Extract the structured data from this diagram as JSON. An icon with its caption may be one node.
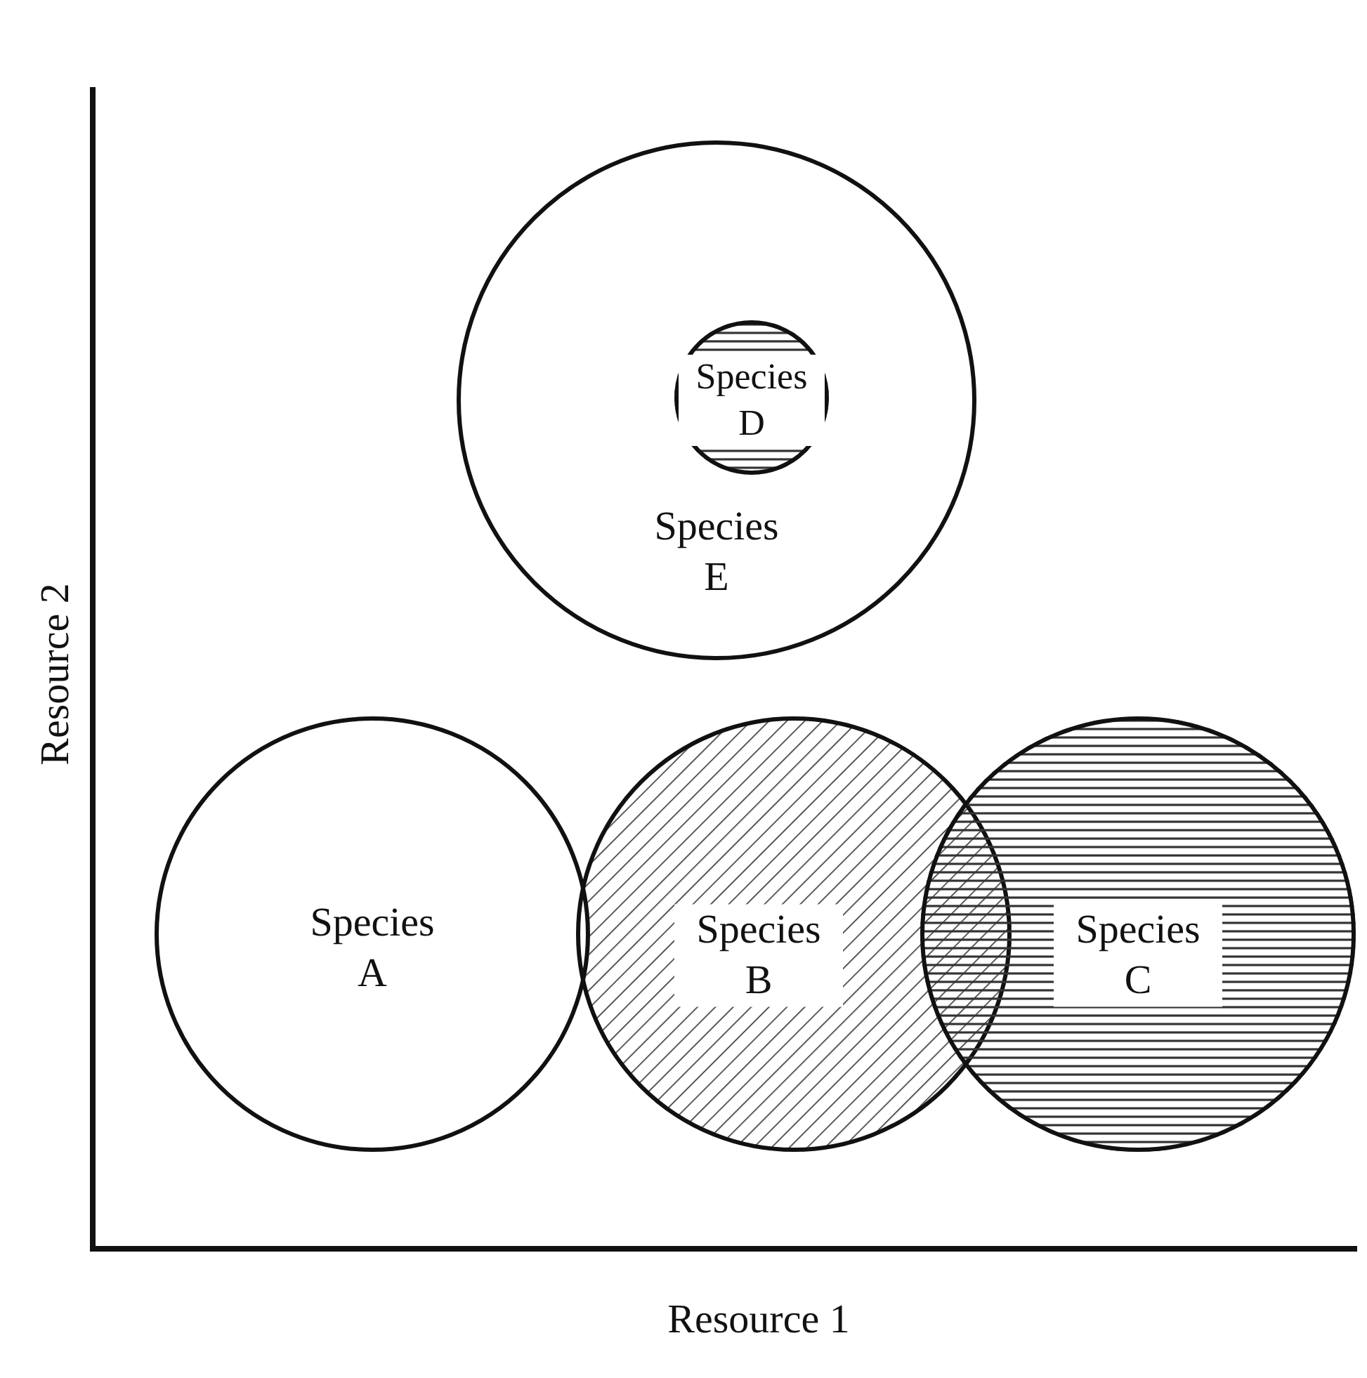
{
  "diagram": {
    "nodes": [
      {
        "text": [
          "Species E"
        ]
      },
      {
        "text": [
          "Species D"
        ],
        "in": 0
      },
      {
        "text": [
          "Species A"
        ]
      },
      {
        "text": [
          "Species B"
        ]
      },
      {
        "text": [
          "Species C"
        ]
      }
    ],
    "labels": [
      "Resource 2",
      "Resource 1"
    ]
  }
}
